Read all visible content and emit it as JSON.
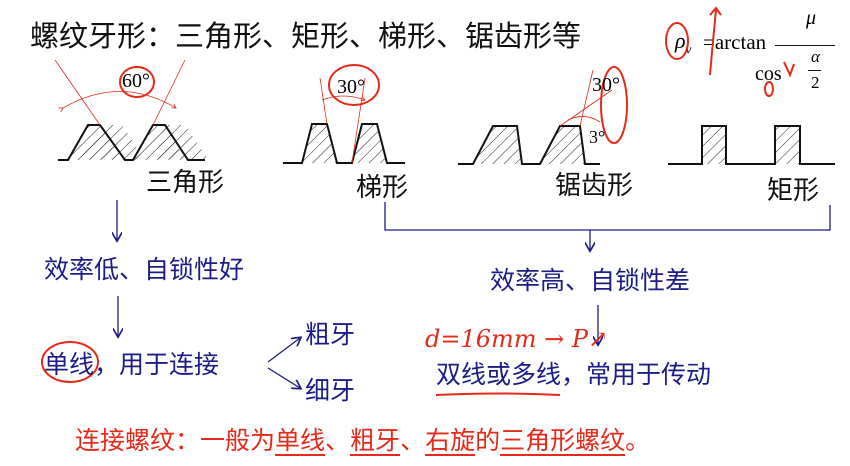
{
  "title": "螺纹牙形：三角形、矩形、梯形、锯齿形等",
  "formula": {
    "lhs": "ρ",
    "lhs_sub": "v",
    "func": "=arctan",
    "numerator": "μ",
    "denominator": "cos",
    "alpha": "α",
    "two": "2"
  },
  "profiles": [
    {
      "label": "三角形",
      "angle": "60°"
    },
    {
      "label": "梯形",
      "angle": "30°"
    },
    {
      "label": "锯齿形",
      "angle": "30°",
      "angle2": "3°"
    },
    {
      "label": "矩形"
    }
  ],
  "left_branch": {
    "property": "效率低、自锁性好",
    "use_highlight": "单线",
    "use_rest": "，用于连接",
    "coarse": "粗牙",
    "fine": "细牙"
  },
  "right_branch": {
    "property": "效率高、自锁性差",
    "use_highlight": "双线或多线",
    "use_rest": "，常用于传动",
    "annotation": "d=16mm → P↗"
  },
  "conclusion": {
    "prefix": "连接螺纹：一般为",
    "p1": "单线",
    "s1": "、",
    "p2": "粗牙",
    "s2": "、",
    "p3": "右旋",
    "s3": "的",
    "p4": "三角形螺纹",
    "end": "。"
  },
  "colors": {
    "text": "#111111",
    "blue": "#1c1c86",
    "red": "#e52a1a"
  }
}
